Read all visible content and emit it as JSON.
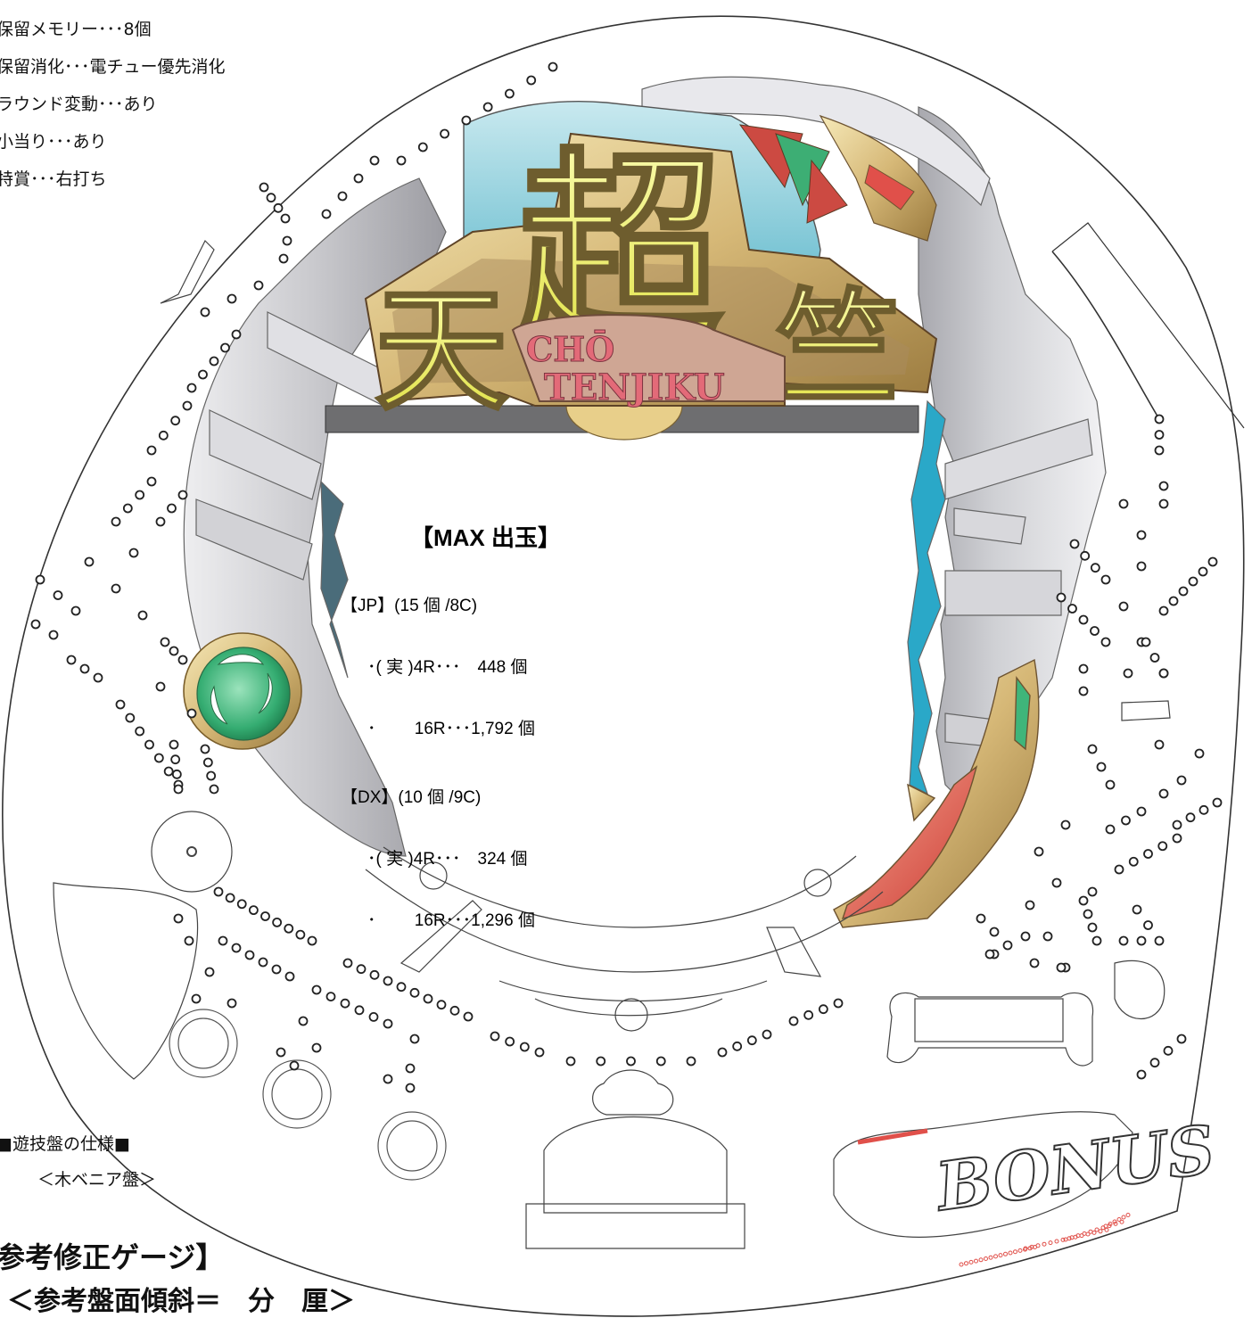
{
  "spec_list": [
    "保留メモリー･･･8個",
    "保留消化･･･電チュー優先消化",
    "ラウンド変動･･･あり",
    "小当り･･･あり",
    "特賞･･･右打ち"
  ],
  "title": {
    "kanji": [
      "天",
      "超",
      "竺"
    ],
    "romaji_line1": "CHŌ",
    "romaji_line2": "TENJIKU"
  },
  "max_payout": {
    "heading": "【MAX 出玉】",
    "jp_header": "【JP】(15 個 /8C)",
    "jp_line1": "･( 実 )4R･･･　448 個",
    "jp_line2": "･　　 16R･･･1,792 個",
    "dx_header": "【DX】(10 個 /9C)",
    "dx_line1": "･( 実 )4R･･･　324 個",
    "dx_line2": "･　　 16R･･･1,296 個"
  },
  "bonus_label": "BONUS",
  "board_spec_title": "■遊技盤の仕様■",
  "board_spec_value": "＜木ベニア盤＞",
  "gauge_title": "参考修正ゲージ】",
  "gauge_tilt": "＜参考盤面傾斜＝　分　厘＞",
  "colors": {
    "logo_yellow": "#eef060",
    "logo_bronze": "#a88a5a",
    "sky_blue": "#4fb8cc",
    "rock_grey": "#c8c8cc",
    "emerald": "#3fb57a",
    "accent_red": "#e0504a",
    "title_pink": "#e36a78"
  }
}
